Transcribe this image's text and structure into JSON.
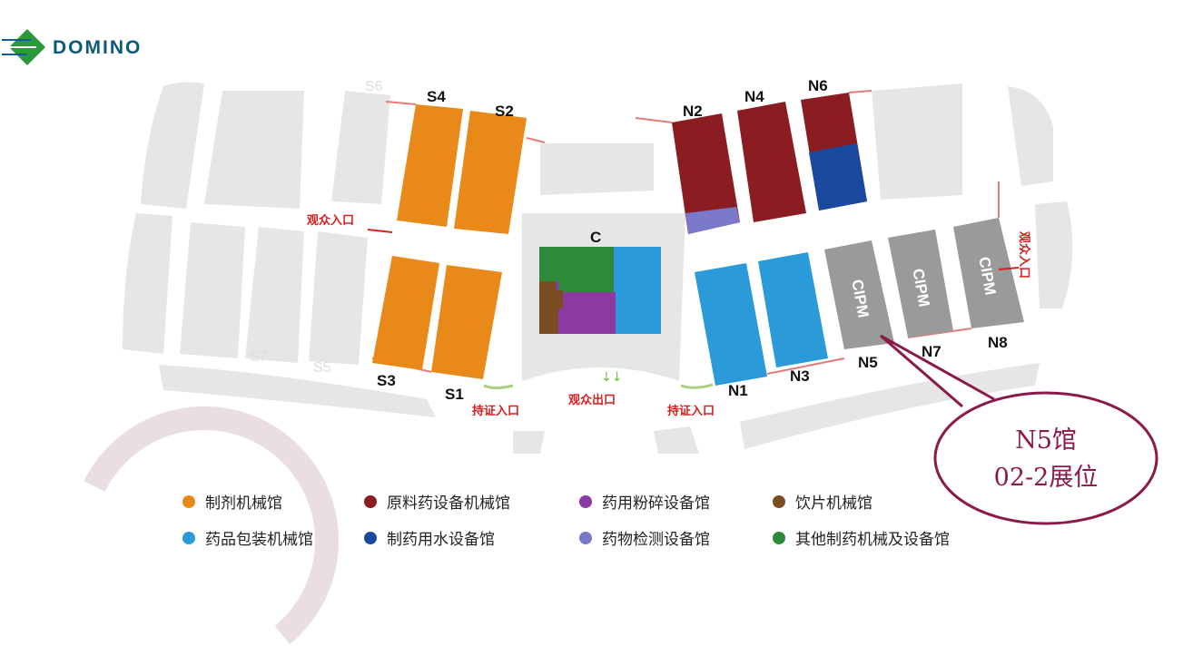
{
  "logo": {
    "text": "DOMINO"
  },
  "halls": {
    "S6": "S6",
    "S4": "S4",
    "S2": "S2",
    "S3": "S3",
    "S1": "S1",
    "S7": "S7",
    "S5": "S5",
    "C": "C",
    "N2": "N2",
    "N4": "N4",
    "N6": "N6",
    "N1": "N1",
    "N3": "N3",
    "N5": "N5",
    "N7": "N7",
    "N8": "N8",
    "cipm": "CIPM"
  },
  "entrances": {
    "west_visitor": "观众入口",
    "east_visitor": "观众入口",
    "visitor_exit": "观众出口",
    "pass_left": "持证入口",
    "pass_right": "持证入口"
  },
  "callout": {
    "line1": "N5馆",
    "line2": "02-2展位",
    "color": "#8b1a4a"
  },
  "legend": [
    {
      "label": "制剂机械馆",
      "color": "#e8891a"
    },
    {
      "label": "原料药设备机械馆",
      "color": "#8b1c22"
    },
    {
      "label": "药用粉碎设备馆",
      "color": "#8a3aa0"
    },
    {
      "label": "饮片机械馆",
      "color": "#7a4e22"
    },
    {
      "label": "药品包装机械馆",
      "color": "#2a9ad8"
    },
    {
      "label": "制药用水设备馆",
      "color": "#1a4aa0"
    },
    {
      "label": "药物检测设备馆",
      "color": "#7a78c8"
    },
    {
      "label": "其他制药机械及设备馆",
      "color": "#2e8a3a"
    }
  ]
}
